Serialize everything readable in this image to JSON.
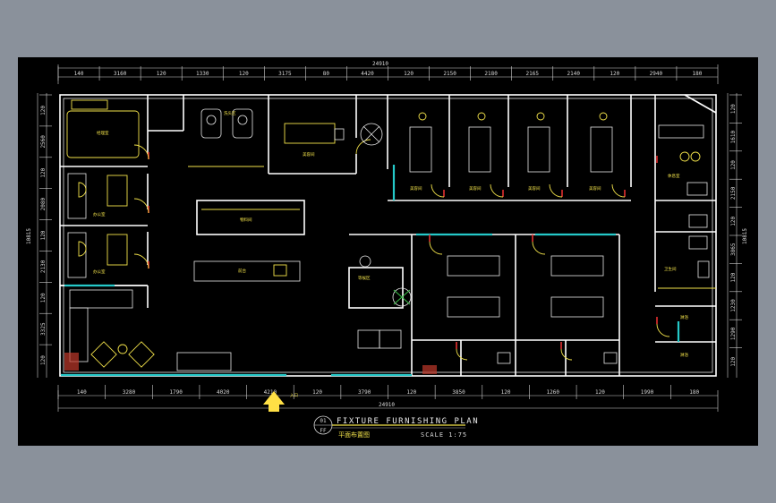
{
  "drawing": {
    "title": "FIXTURE FURNISHING PLAN",
    "subtitle": "平面布置图",
    "scale": "SCALE 1:75",
    "sheet_no": "01",
    "sheet_code": "FF",
    "entrance_label": "入口"
  },
  "dimensions": {
    "overall_width": "24910",
    "overall_height": "10815",
    "top": [
      "140",
      "3160",
      "120",
      "1330",
      "120",
      "3175",
      "80",
      "4420",
      "120",
      "2150",
      "2180",
      "2165",
      "2140",
      "120",
      "2940",
      "180"
    ],
    "bottom": [
      "140",
      "3280",
      "1790",
      "4020",
      "4210",
      "120",
      "3790",
      "120",
      "3850",
      "120",
      "1260",
      "120",
      "1990",
      "180"
    ],
    "left": [
      "120",
      "2560",
      "120",
      "2080",
      "120",
      "2130",
      "120",
      "3325",
      "120"
    ],
    "right": [
      "120",
      "1610",
      "120",
      "2150",
      "120",
      "3865",
      "120",
      "1230",
      "1290",
      "120"
    ]
  },
  "rooms": {
    "office_top_left": "经理室",
    "office_mid_left": "办公室",
    "office_low_left": "办公室",
    "hair_wash": "洗头区",
    "top_bed_room": "美容间",
    "storage": "物料间",
    "reception": "前台",
    "beauty_room_1": "美容间",
    "beauty_room_2": "美容间",
    "beauty_room_3": "美容间",
    "beauty_room_4": "美容间",
    "right_top_room": "休息室",
    "toilet": "卫生间",
    "small_room_a": "淋浴",
    "small_room_b": "淋浴",
    "mid_room": "等候区"
  }
}
